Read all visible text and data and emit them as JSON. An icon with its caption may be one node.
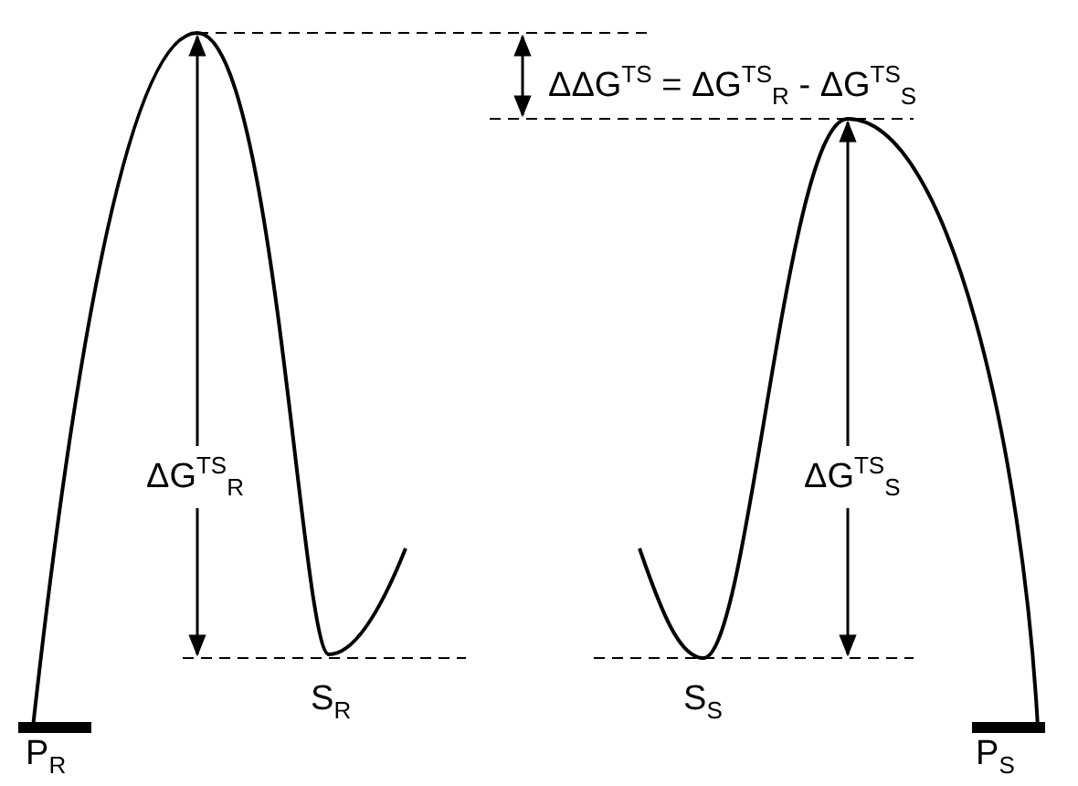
{
  "diagram": {
    "labels": [
      "ΔΔG$^{TS}$ = ΔG$^{TS}$$_{R}$ - ΔG$^{TS}$$_{S}$",
      "ΔG$^{TS}$$_{R}$",
      "ΔG$^{TS}$$_{S}$",
      "S$_{R}$",
      "S$_{S}$",
      "P$_{R}$",
      "P$_{S}$"
    ]
  }
}
